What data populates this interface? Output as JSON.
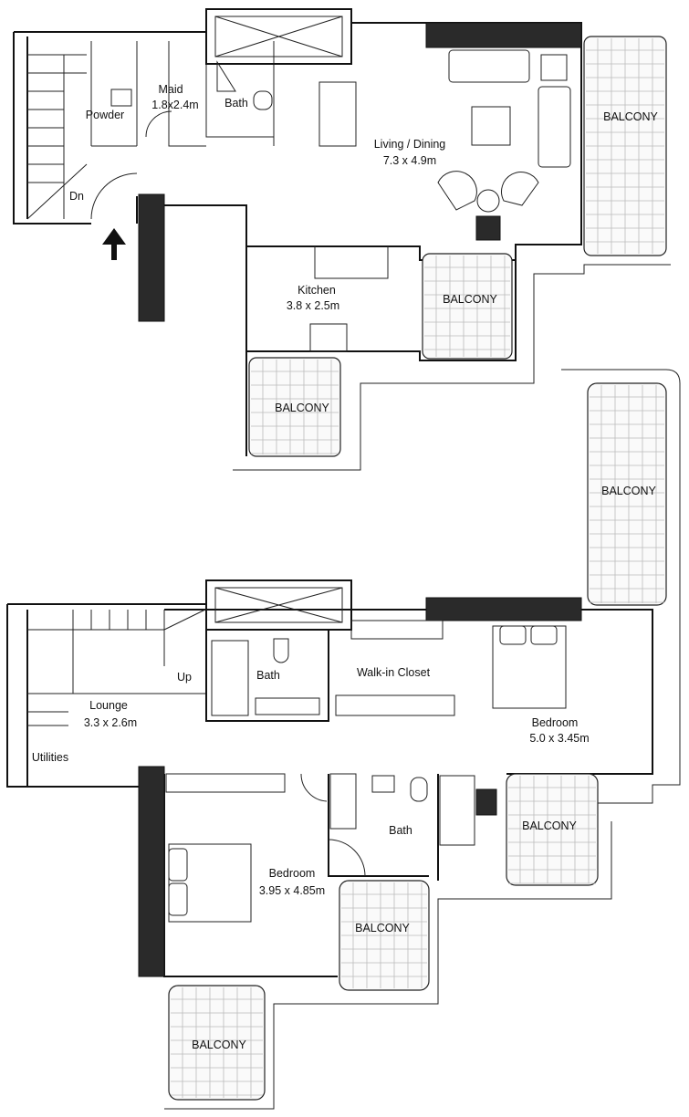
{
  "title": "Duplex apartment floor plan",
  "upper_level": {
    "rooms": {
      "powder": "Powder",
      "maid": "Maid",
      "maid_size": "1.8x2.4m",
      "bath": "Bath",
      "living": "Living / Dining",
      "living_size": "7.3 x 4.9m",
      "kitchen": "Kitchen",
      "kitchen_size": "3.8 x 2.5m",
      "balcony_right": "BALCONY",
      "balcony_mid": "BALCONY",
      "balcony_low": "BALCONY",
      "stairs_down": "Dn"
    },
    "entry_icon": "entry-arrow-up"
  },
  "lower_level": {
    "rooms": {
      "balcony_tall": "BALCONY",
      "up": "Up",
      "lounge": "Lounge",
      "lounge_size": "3.3 x 2.6m",
      "utilities": "Utilities",
      "bath1": "Bath",
      "closet": "Walk-in Closet",
      "master": "Bedroom",
      "master_size": "5.0 x 3.45m",
      "bedroom2": "Bedroom",
      "bedroom2_size": "3.95 x 4.85m",
      "bath2": "Bath",
      "balcony_a": "BALCONY",
      "balcony_b": "BALCONY",
      "balcony_c": "BALCONY"
    }
  },
  "colors": {
    "wall": "#111111",
    "structural": "#2a2a2a",
    "balcony_grid": "#bbbbbb"
  }
}
